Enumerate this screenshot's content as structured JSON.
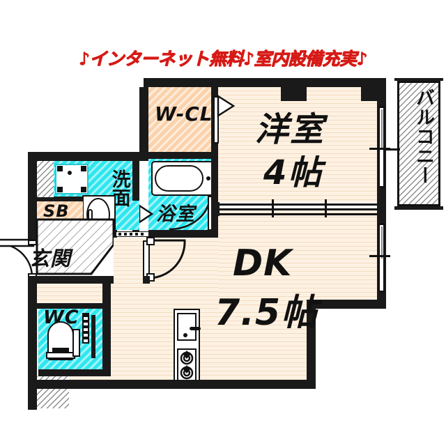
{
  "banner": {
    "text": "♪インターネット無料♪室内設備充実♪",
    "color": "#d61a16"
  },
  "plan": {
    "title": "間取り図",
    "rooms": [
      {
        "id": "yoshitsu",
        "name": "洋室",
        "size": "4帖",
        "label_line1": "洋室",
        "label_line2": "4帖",
        "fill": "#fbe7d0"
      },
      {
        "id": "dk",
        "name": "DK",
        "size": "7.5帖",
        "label_line1": "DK",
        "label_line2": "7.5帖",
        "fill": "#fbe7d0"
      },
      {
        "id": "wcl",
        "name": "W-CL",
        "size": "",
        "label_line1": "W-CL",
        "label_line2": "",
        "fill": "#fbd2ab"
      },
      {
        "id": "yokushitsu",
        "name": "浴室",
        "size": "",
        "label_line1": "浴室",
        "label_line2": "",
        "fill": "#2ee6ef"
      },
      {
        "id": "senmen",
        "name": "洗面",
        "size": "",
        "label_line1": "洗面",
        "label_line2": "",
        "fill": "#2ee6ef"
      },
      {
        "id": "wc",
        "name": "WC",
        "size": "",
        "label_line1": "WC",
        "label_line2": "",
        "fill": "#2ee6ef"
      },
      {
        "id": "genkan",
        "name": "玄関",
        "size": "",
        "label_line1": "玄関",
        "label_line2": "",
        "fill": "#ffffff"
      },
      {
        "id": "sb",
        "name": "SB",
        "size": "",
        "label_line1": "SB",
        "label_line2": "",
        "fill": "#fbd2ab"
      },
      {
        "id": "balcony",
        "name": "バルコニー",
        "size": "",
        "label_line1": "バルコニー",
        "label_line2": "",
        "fill": "#ffffff"
      }
    ],
    "labels": {
      "yoshitsu_name": "洋室",
      "yoshitsu_size": "4帖",
      "dk_name": "DK",
      "dk_size": "7.5帖",
      "wcl": "W-CL",
      "yokushitsu": "浴室",
      "senmen": "洗面",
      "wc": "WC",
      "genkan": "玄関",
      "sb": "SB",
      "balcony": "バルコニー"
    },
    "fixtures": [
      {
        "id": "bathtub",
        "name": "bathtub",
        "room": "浴室"
      },
      {
        "id": "vanity-sink",
        "name": "vanity-sink",
        "room": "洗面"
      },
      {
        "id": "washer-pan",
        "name": "washing-machine-pan",
        "room": "洗面"
      },
      {
        "id": "toilet",
        "name": "toilet",
        "room": "WC"
      },
      {
        "id": "kitchen-sink",
        "name": "kitchen-sink",
        "room": "DK"
      },
      {
        "id": "gas-stove",
        "name": "two-burner-stove",
        "room": "DK"
      }
    ],
    "doors": [
      {
        "id": "entry-door",
        "type": "swing",
        "room": "玄関"
      },
      {
        "id": "hall-door",
        "type": "swing",
        "room": "DK"
      },
      {
        "id": "wcl-door",
        "type": "folding",
        "room": "W-CL"
      },
      {
        "id": "bath-door",
        "type": "folding",
        "room": "浴室"
      },
      {
        "id": "senmen-door",
        "type": "folding",
        "room": "洗面"
      },
      {
        "id": "wc-door",
        "type": "sliding",
        "room": "WC"
      },
      {
        "id": "partition-sliding",
        "type": "sliding",
        "room": "洋室 / DK"
      },
      {
        "id": "balcony-sash",
        "type": "sliding",
        "room": "洋室"
      },
      {
        "id": "dk-window",
        "type": "window",
        "room": "DK"
      }
    ],
    "colors": {
      "wall": "#1a1a1a",
      "floor": "#fbe7d0",
      "wet_area": "#2ee6ef",
      "closet": "#fbd2ab",
      "hatch_gray": "#8d8d8d",
      "accent_red": "#d61a16"
    }
  }
}
